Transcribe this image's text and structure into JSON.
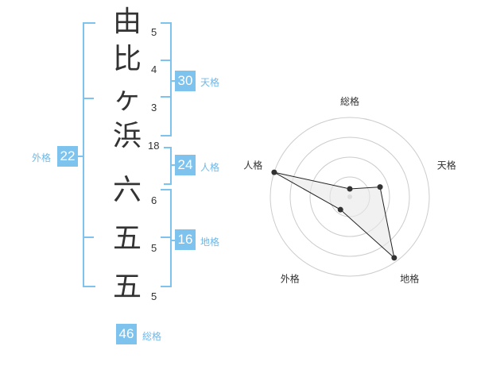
{
  "name_chars": [
    {
      "char": "由",
      "strokes": "5"
    },
    {
      "char": "比",
      "strokes": "4"
    },
    {
      "char": "ヶ",
      "strokes": "3"
    },
    {
      "char": "浜",
      "strokes": "18"
    },
    {
      "char": "六",
      "strokes": "6"
    },
    {
      "char": "五",
      "strokes": "5"
    },
    {
      "char": "五",
      "strokes": "5"
    }
  ],
  "kakusu": {
    "tenkaku": {
      "value": "30",
      "label": "天格"
    },
    "jinkaku": {
      "value": "24",
      "label": "人格"
    },
    "chikaku": {
      "value": "16",
      "label": "地格"
    },
    "gaikaku": {
      "value": "22",
      "label": "外格"
    },
    "soukaku": {
      "value": "46",
      "label": "総格"
    }
  },
  "chart_data": {
    "type": "radar",
    "axes": [
      "総格",
      "天格",
      "地格",
      "外格",
      "人格"
    ],
    "values": [
      0.1,
      0.4,
      0.95,
      0.2,
      1.0
    ],
    "rings": 4,
    "colors": {
      "fill": "#e8e8e8",
      "stroke": "#222222",
      "grid": "#cccccc",
      "accent": "#7ec3ee"
    }
  }
}
